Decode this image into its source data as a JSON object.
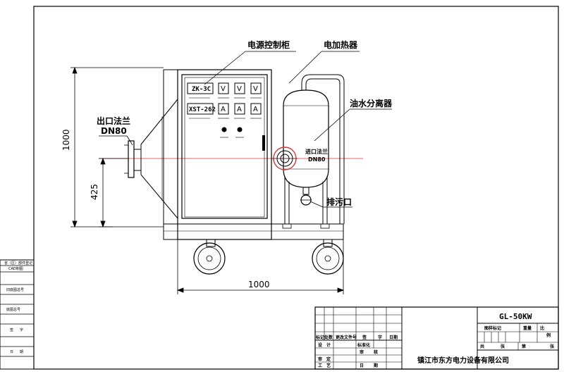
{
  "labels": {
    "control_cabinet": "电源控制柜",
    "heater": "电加热器",
    "separator": "油水分离器",
    "outlet_flange": "出口法兰",
    "outlet_dn": "DN80",
    "inlet_flange": "进口法兰",
    "inlet_dn": "DN80",
    "drain": "排污口"
  },
  "panel": {
    "tag1": "ZK-3C",
    "tag2": "XST-262",
    "voltmeter_symbol": "V",
    "ammeter_symbol": "A"
  },
  "dimensions": {
    "height_total": "1000",
    "height_outlet": "425",
    "width": "1000"
  },
  "title_block": {
    "model": "GL-50KW",
    "company": "镇江市东方电力设备有限公司",
    "row_mark": "标记处数",
    "row_doc": "更改文件号",
    "row_sign": "签",
    "row_char": "字",
    "row_date": "日期",
    "row_design": "设",
    "row_calc": "计",
    "row_std": "标准化",
    "row_check": "审",
    "row_check2": "核",
    "row_approve": "审",
    "row_approve2": "定",
    "row_craft": "工",
    "row_craft2": "艺",
    "row_day": "日",
    "row_period": "期",
    "stage_header": "图样标记",
    "weight_header": "重量",
    "scale_header": "比",
    "scale_header2": "例",
    "sheets_total": "共",
    "sheets_word": "张",
    "sheet_no": "第",
    "sheet_word": "张"
  },
  "side_column": {
    "label1": "省（区）部件登记",
    "label2": "CAD制图",
    "label3": "旧底图总号",
    "label4": "底图总号",
    "label5": "签",
    "label6": "字",
    "label7": "日",
    "label8": "期"
  }
}
